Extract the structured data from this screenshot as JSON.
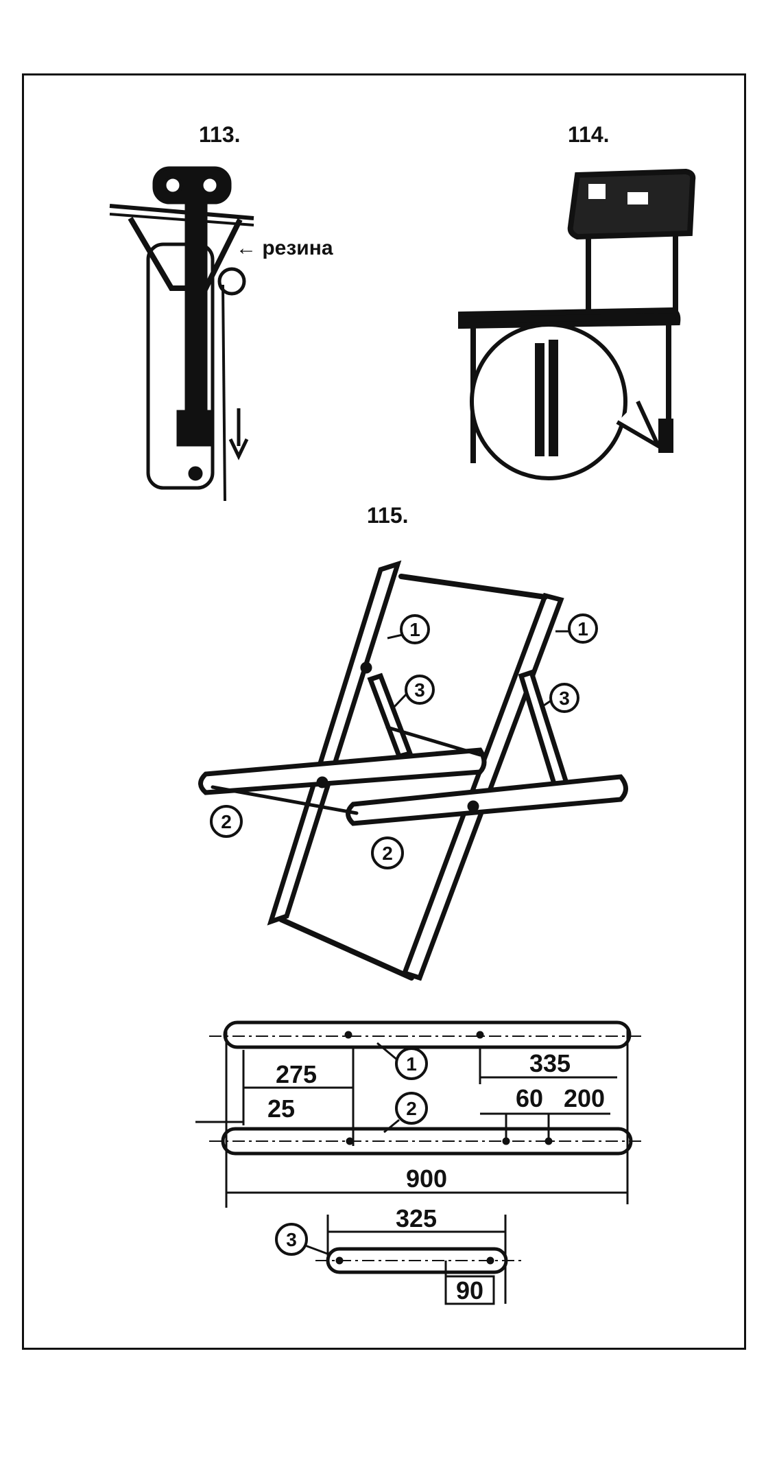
{
  "figures": {
    "fig113": {
      "label": "113.",
      "note": "← резина"
    },
    "fig114": {
      "label": "114."
    },
    "fig115": {
      "label": "115.",
      "parts": [
        "1",
        "2",
        "3"
      ]
    }
  },
  "drawing": {
    "dims": {
      "d900": "900",
      "d275": "275",
      "d25": "25",
      "d335": "335",
      "d60": "60",
      "d200": "200",
      "d325": "325",
      "d90": "90"
    },
    "callouts": {
      "c1": "1",
      "c2": "2",
      "c3": "3"
    }
  },
  "colors": {
    "ink": "#111111",
    "paper": "#ffffff"
  }
}
